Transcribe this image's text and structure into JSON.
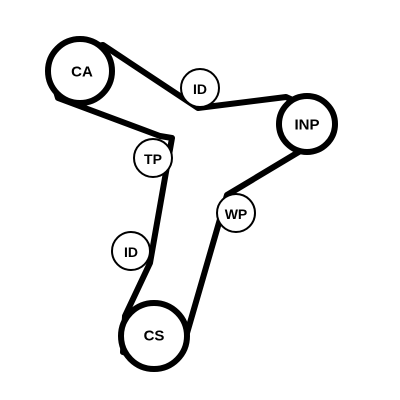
{
  "diagram": {
    "colors": {
      "stroke": "#000000",
      "background": "#ffffff"
    },
    "pulleys": {
      "ca": {
        "label": "CA"
      },
      "id_top": {
        "label": "ID"
      },
      "inp": {
        "label": "INP"
      },
      "tp": {
        "label": "TP"
      },
      "wp": {
        "label": "WP"
      },
      "id_bottom": {
        "label": "ID"
      },
      "cs": {
        "label": "CS"
      }
    }
  }
}
